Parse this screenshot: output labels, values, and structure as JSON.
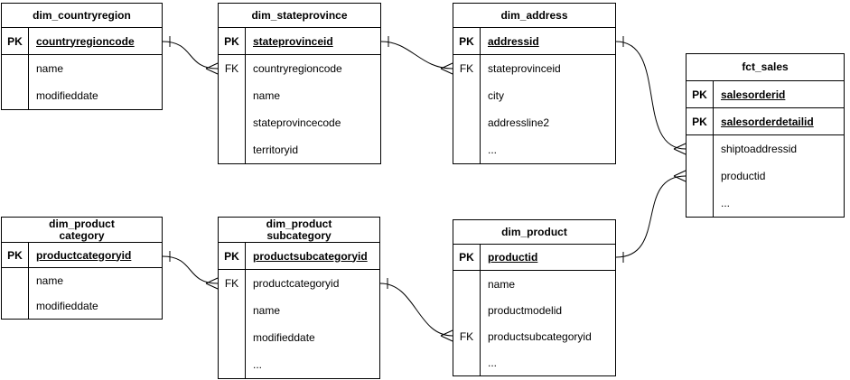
{
  "diagram": {
    "colors": {
      "line": "#000000",
      "background": "#ffffff",
      "text": "#000000"
    },
    "notation": "crow-foot",
    "entities": [
      {
        "title": "dim_countryregion",
        "fields": [
          {
            "key": "PK",
            "name": "countryregioncode",
            "pk": true
          },
          {
            "key": "",
            "name": "name",
            "pk": false
          },
          {
            "key": "",
            "name": "modifieddate",
            "pk": false
          }
        ]
      },
      {
        "title": "dim_stateprovince",
        "fields": [
          {
            "key": "PK",
            "name": "stateprovinceid",
            "pk": true
          },
          {
            "key": "FK",
            "name": "countryregioncode",
            "pk": false
          },
          {
            "key": "",
            "name": "name",
            "pk": false
          },
          {
            "key": "",
            "name": "stateprovincecode",
            "pk": false
          },
          {
            "key": "",
            "name": "territoryid",
            "pk": false
          }
        ]
      },
      {
        "title": "dim_address",
        "fields": [
          {
            "key": "PK",
            "name": "addressid",
            "pk": true
          },
          {
            "key": "FK",
            "name": "stateprovinceid",
            "pk": false
          },
          {
            "key": "",
            "name": "city",
            "pk": false
          },
          {
            "key": "",
            "name": "addressline2",
            "pk": false
          },
          {
            "key": "",
            "name": "...",
            "pk": false
          }
        ]
      },
      {
        "title": "fct_sales",
        "fields": [
          {
            "key": "PK",
            "name": "salesorderid",
            "pk": true
          },
          {
            "key": "PK",
            "name": "salesorderdetailid",
            "pk": true
          },
          {
            "key": "",
            "name": "shiptoaddressid",
            "pk": false
          },
          {
            "key": "",
            "name": "productid",
            "pk": false
          },
          {
            "key": "",
            "name": "...",
            "pk": false
          }
        ]
      },
      {
        "title": "dim_product\ncategory",
        "fields": [
          {
            "key": "PK",
            "name": "productcategoryid",
            "pk": true
          },
          {
            "key": "",
            "name": "name",
            "pk": false
          },
          {
            "key": "",
            "name": "modifieddate",
            "pk": false
          }
        ]
      },
      {
        "title": "dim_product\nsubcategory",
        "fields": [
          {
            "key": "PK",
            "name": "productsubcategoryid",
            "pk": true
          },
          {
            "key": "FK",
            "name": "productcategoryid",
            "pk": false
          },
          {
            "key": "",
            "name": "name",
            "pk": false
          },
          {
            "key": "",
            "name": "modifieddate",
            "pk": false
          },
          {
            "key": "",
            "name": "...",
            "pk": false
          }
        ]
      },
      {
        "title": "dim_product",
        "fields": [
          {
            "key": "PK",
            "name": "productid",
            "pk": true
          },
          {
            "key": "",
            "name": "name",
            "pk": false
          },
          {
            "key": "",
            "name": "productmodelid",
            "pk": false
          },
          {
            "key": "FK",
            "name": "productsubcategoryid",
            "pk": false
          },
          {
            "key": "",
            "name": "...",
            "pk": false
          }
        ]
      }
    ],
    "relationships": [
      {
        "source": "dim_countryregion.countryregioncode",
        "target": "dim_stateprovince.countryregioncode",
        "source_cardinality": "one",
        "target_cardinality": "many"
      },
      {
        "source": "dim_stateprovince.stateprovinceid",
        "target": "dim_address.stateprovinceid",
        "source_cardinality": "one",
        "target_cardinality": "many"
      },
      {
        "source": "dim_address.addressid",
        "target": "fct_sales.shiptoaddressid",
        "source_cardinality": "one",
        "target_cardinality": "many"
      },
      {
        "source": "dim_product.productid",
        "target": "fct_sales.productid",
        "source_cardinality": "one",
        "target_cardinality": "many"
      },
      {
        "source": "dim_product category.productcategoryid",
        "target": "dim_product subcategory.productcategoryid",
        "source_cardinality": "one",
        "target_cardinality": "many"
      },
      {
        "source": "dim_product subcategory.productsubcategoryid",
        "target": "dim_product.productsubcategoryid",
        "source_cardinality": "one",
        "target_cardinality": "many"
      }
    ]
  }
}
